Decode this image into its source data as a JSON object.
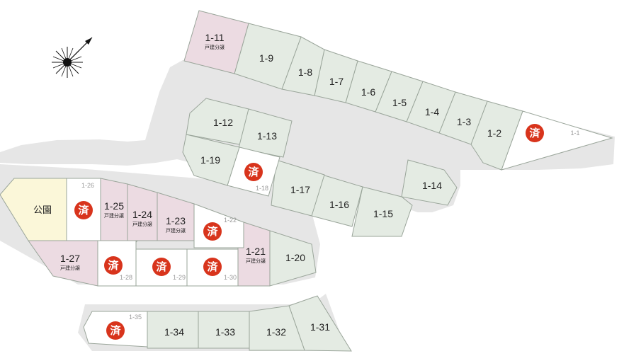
{
  "colors": {
    "available": "#e4ebe3",
    "pink": "#ecdbe2",
    "sold": "#ffffff",
    "park": "#fbf7d9",
    "road": "#e6e6e6",
    "badge": "#d8341c",
    "lot_border": "#9aa59a"
  },
  "compass": {
    "icon": "compass-rose-icon"
  },
  "sold_badge_text": "済",
  "split_note": "戸建分譲",
  "lots": [
    {
      "id": "1-1",
      "status": "sold",
      "label": "1-1"
    },
    {
      "id": "1-2",
      "status": "available",
      "label": "1-2"
    },
    {
      "id": "1-3",
      "status": "available",
      "label": "1-3"
    },
    {
      "id": "1-4",
      "status": "available",
      "label": "1-4"
    },
    {
      "id": "1-5",
      "status": "available",
      "label": "1-5"
    },
    {
      "id": "1-6",
      "status": "available",
      "label": "1-6"
    },
    {
      "id": "1-7",
      "status": "available",
      "label": "1-7"
    },
    {
      "id": "1-8",
      "status": "available",
      "label": "1-8"
    },
    {
      "id": "1-9",
      "status": "available",
      "label": "1-9"
    },
    {
      "id": "1-11",
      "status": "pink",
      "label": "1-11",
      "note": "戸建分譲"
    },
    {
      "id": "1-12",
      "status": "available",
      "label": "1-12"
    },
    {
      "id": "1-13",
      "status": "available",
      "label": "1-13"
    },
    {
      "id": "1-14",
      "status": "available",
      "label": "1-14"
    },
    {
      "id": "1-15",
      "status": "available",
      "label": "1-15"
    },
    {
      "id": "1-16",
      "status": "available",
      "label": "1-16"
    },
    {
      "id": "1-17",
      "status": "available",
      "label": "1-17"
    },
    {
      "id": "1-18",
      "status": "sold",
      "label": "1-18"
    },
    {
      "id": "1-19",
      "status": "available",
      "label": "1-19"
    },
    {
      "id": "1-20",
      "status": "available",
      "label": "1-20"
    },
    {
      "id": "1-21",
      "status": "pink",
      "label": "1-21",
      "note": "戸建分譲"
    },
    {
      "id": "1-22",
      "status": "sold",
      "label": "1-22"
    },
    {
      "id": "1-23",
      "status": "pink",
      "label": "1-23",
      "note": "戸建分譲"
    },
    {
      "id": "1-24",
      "status": "pink",
      "label": "1-24",
      "note": "戸建分譲"
    },
    {
      "id": "1-25",
      "status": "pink",
      "label": "1-25",
      "note": "戸建分譲"
    },
    {
      "id": "1-26",
      "status": "sold",
      "label": "1-26"
    },
    {
      "id": "1-27",
      "status": "pink",
      "label": "1-27",
      "note": "戸建分譲"
    },
    {
      "id": "1-28",
      "status": "sold",
      "label": "1-28"
    },
    {
      "id": "1-29",
      "status": "sold",
      "label": "1-29"
    },
    {
      "id": "1-30",
      "status": "sold",
      "label": "1-30"
    },
    {
      "id": "1-31",
      "status": "available",
      "label": "1-31"
    },
    {
      "id": "1-32",
      "status": "available",
      "label": "1-32"
    },
    {
      "id": "1-33",
      "status": "available",
      "label": "1-33"
    },
    {
      "id": "1-34",
      "status": "available",
      "label": "1-34"
    },
    {
      "id": "1-35",
      "status": "sold",
      "label": "1-35"
    },
    {
      "id": "park",
      "status": "park",
      "label": "公園"
    }
  ]
}
